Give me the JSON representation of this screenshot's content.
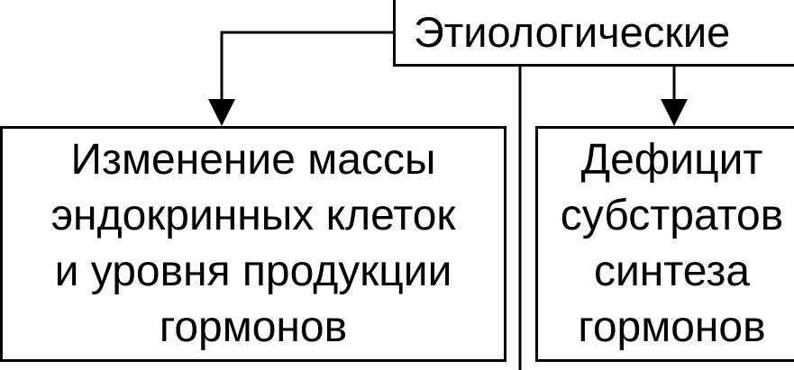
{
  "diagram": {
    "top_box": {
      "text": "Этиологические"
    },
    "left_box": {
      "lines": [
        "Изменение массы",
        "эндокринных клеток",
        "и уровня продукции",
        "гормонов"
      ]
    },
    "right_box": {
      "lines": [
        "Дефицит",
        "субстратов",
        "синтеза",
        "гормонов"
      ]
    },
    "colors": {
      "stroke": "#000000",
      "background": "#ffffff"
    }
  }
}
